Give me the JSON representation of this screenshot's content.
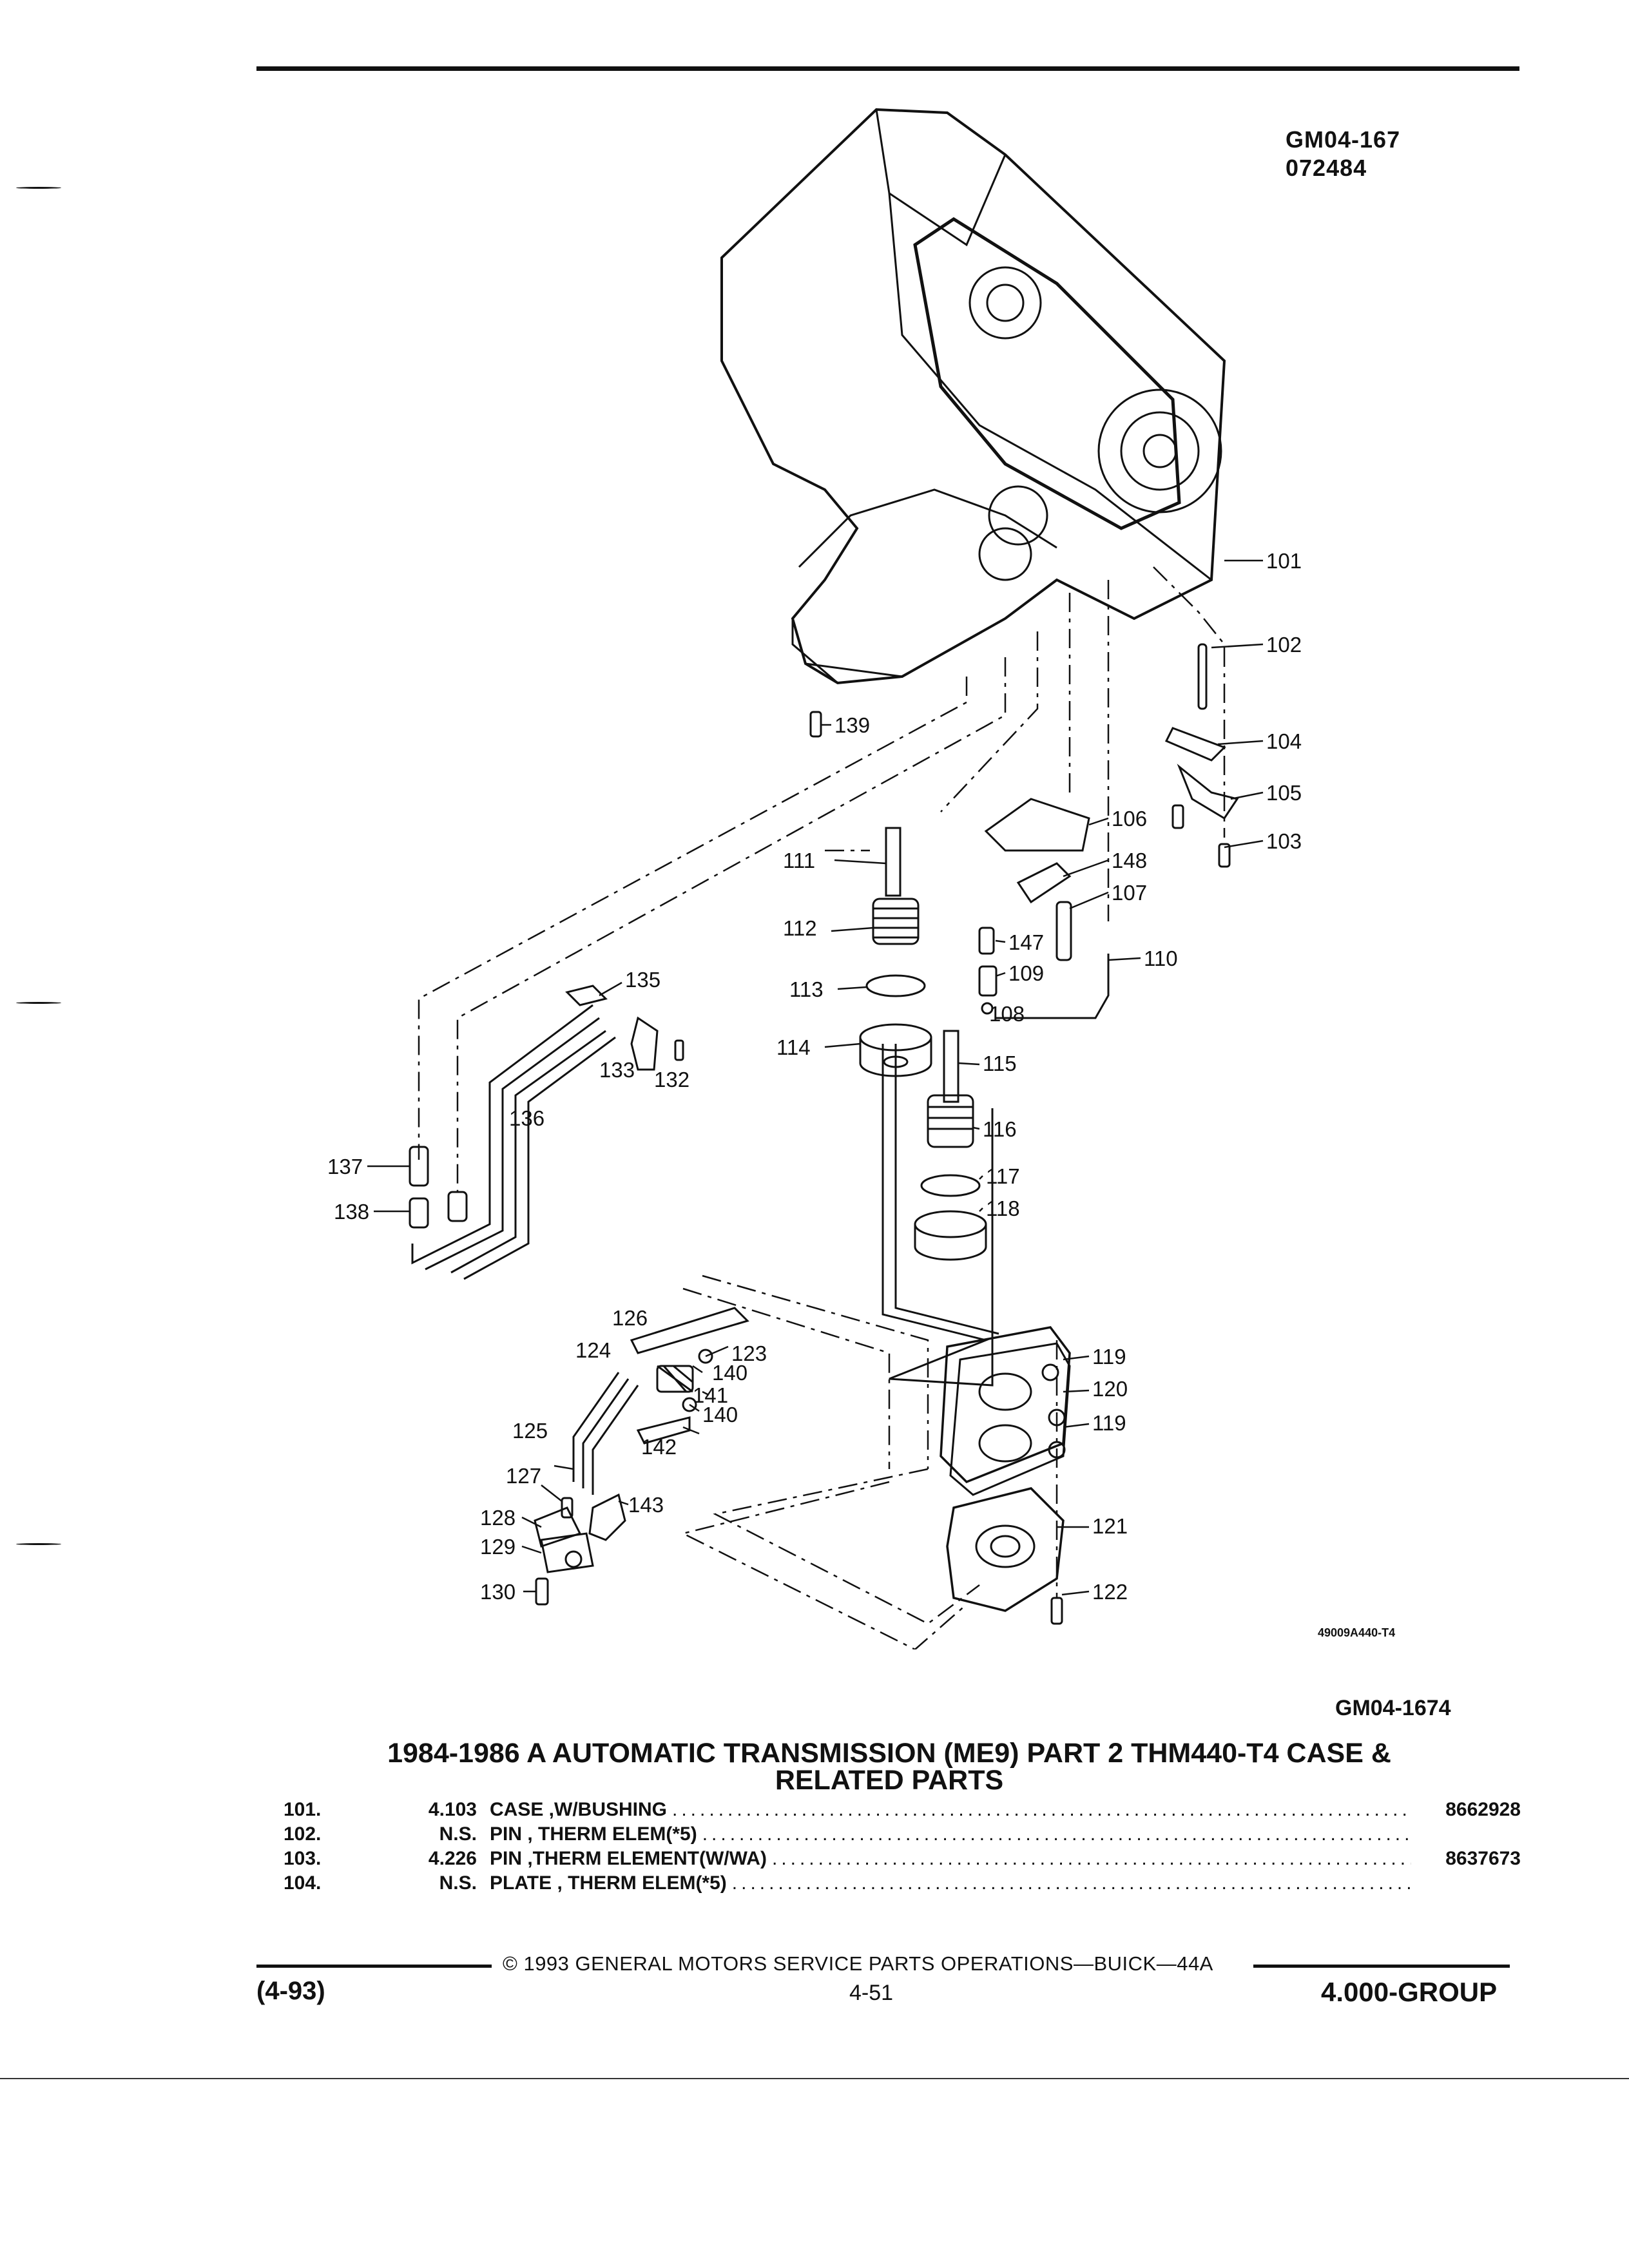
{
  "header": {
    "code_line1": "GM04-167",
    "code_line2": "072484"
  },
  "diagram": {
    "callouts": [
      "101",
      "102",
      "103",
      "104",
      "105",
      "106",
      "103",
      "148",
      "107",
      "147",
      "109",
      "110",
      "108",
      "111",
      "112",
      "113",
      "114",
      "115",
      "116",
      "117",
      "118",
      "135",
      "133",
      "132",
      "136",
      "137",
      "138",
      "139",
      "126",
      "124",
      "123",
      "140",
      "141",
      "140",
      "142",
      "125",
      "127",
      "143",
      "128",
      "129",
      "130",
      "119",
      "120",
      "119",
      "121",
      "122"
    ],
    "reference_code": "49009A440-T4",
    "figure_code": "GM04-1674"
  },
  "title": {
    "line1": "1984-1986 A AUTOMATIC TRANSMISSION (ME9) PART 2 THM440-T4 CASE &",
    "line2": "RELATED PARTS"
  },
  "parts": [
    {
      "num": "101.",
      "group": "4.103",
      "desc": "CASE ,W/BUSHING",
      "part": "8662928"
    },
    {
      "num": "102.",
      "group": "N.S.",
      "desc": "PIN , THERM ELEM(*5)",
      "part": ""
    },
    {
      "num": "103.",
      "group": "4.226",
      "desc": "PIN ,THERM ELEMENT(W/WA)",
      "part": "8637673"
    },
    {
      "num": "104.",
      "group": "N.S.",
      "desc": "PLATE , THERM ELEM(*5)",
      "part": ""
    }
  ],
  "footer": {
    "copyright": "© 1993 GENERAL MOTORS SERVICE PARTS OPERATIONS—BUICK—44A",
    "left": "(4-93)",
    "center": "4-51",
    "right": "4.000-GROUP"
  }
}
